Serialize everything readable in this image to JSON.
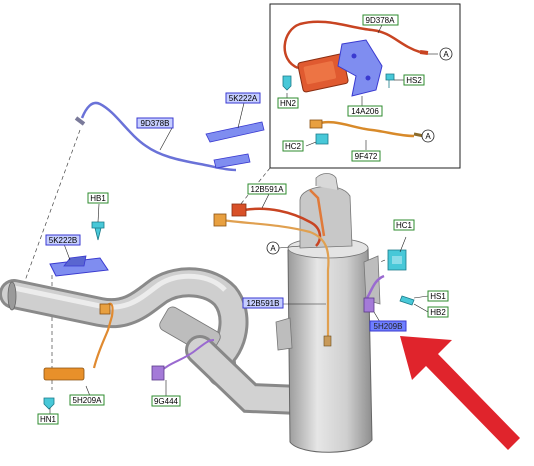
{
  "labels": {
    "inset_9d378a": "9D378A",
    "inset_hn2": "HN2",
    "inset_hs2": "HS2",
    "inset_14a206": "14A206",
    "inset_hc2": "HC2",
    "inset_9f472": "9F472",
    "inset_ref_a1": "A",
    "inset_ref_a2": "A",
    "main_ref_a": "A",
    "main_5k222a": "5K222A",
    "main_9d378b": "9D378B",
    "main_hb1": "HB1",
    "main_5k222b": "5K222B",
    "main_12b591a": "12B591A",
    "main_12b591b": "12B591B",
    "main_hc1": "HC1",
    "main_hs1": "HS1",
    "main_hb2": "HB2",
    "main_5h209b": "5H209B",
    "main_5h209a": "5H209A",
    "main_9g444": "9G444",
    "main_hn1": "HN1"
  },
  "colors": {
    "label_green_border": "#2e8b2e",
    "label_blue_border": "#3a3ad0",
    "label_blue_fill": "#9aa8ff",
    "sensor_red": "#d8502a",
    "sensor_orange": "#e89a3a",
    "sensor_blue": "#6a72d8",
    "sensor_purple": "#9a6ad0",
    "clip_teal": "#48c8d8",
    "arrow_red": "#e0242c",
    "pipe_gray": "#b4b4b4"
  },
  "icons": {
    "pointer": "red-arrow-icon"
  }
}
